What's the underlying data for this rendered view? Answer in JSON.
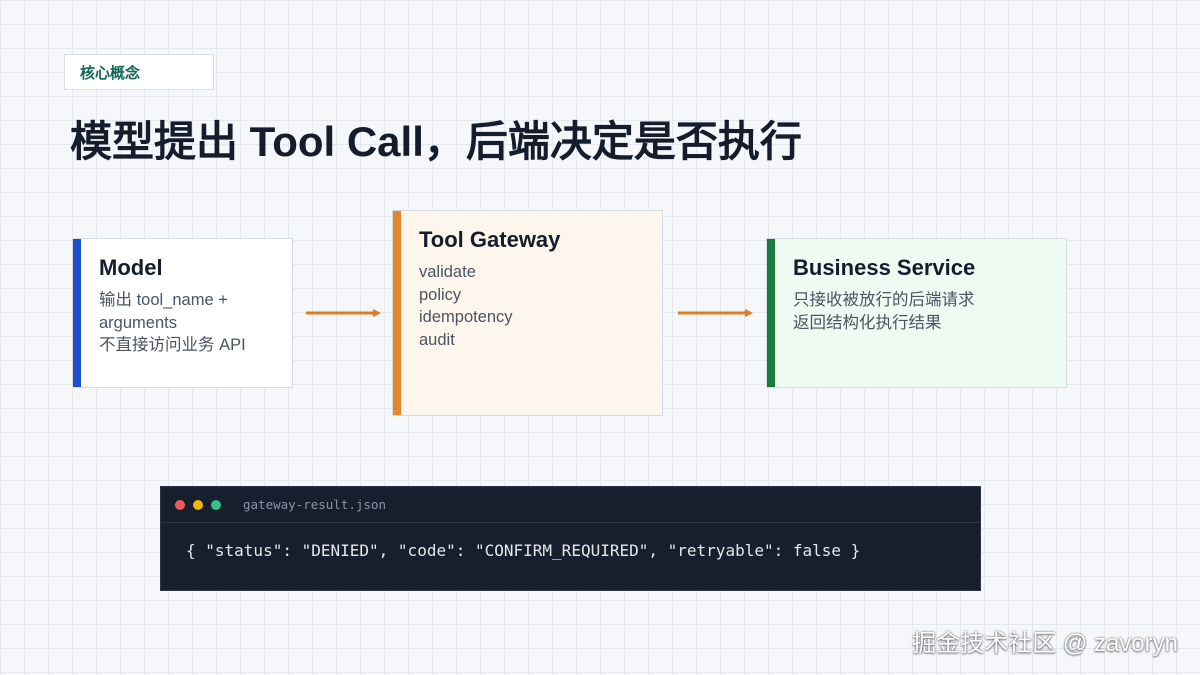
{
  "tag": "核心概念",
  "title": "模型提出 Tool Call，后端决定是否执行",
  "cards": {
    "model": {
      "title": "Model",
      "lines": [
        "输出 tool_name +",
        "arguments",
        "不直接访问业务 API"
      ]
    },
    "gateway": {
      "title": "Tool Gateway",
      "lines": [
        "validate",
        "policy",
        "idempotency",
        "audit"
      ]
    },
    "business": {
      "title": "Business Service",
      "lines": [
        "只接收被放行的后端请求",
        "返回结构化执行结果"
      ]
    }
  },
  "code": {
    "filename": "gateway-result.json",
    "content": "{ \"status\": \"DENIED\", \"code\": \"CONFIRM_REQUIRED\", \"retryable\": false }"
  },
  "watermark": "掘金技术社区 @ zavoryn",
  "colors": {
    "model_accent": "#1f4fd1",
    "gateway_accent": "#e6862b",
    "business_accent": "#1c7a3c",
    "arrow": "#e07b24"
  }
}
